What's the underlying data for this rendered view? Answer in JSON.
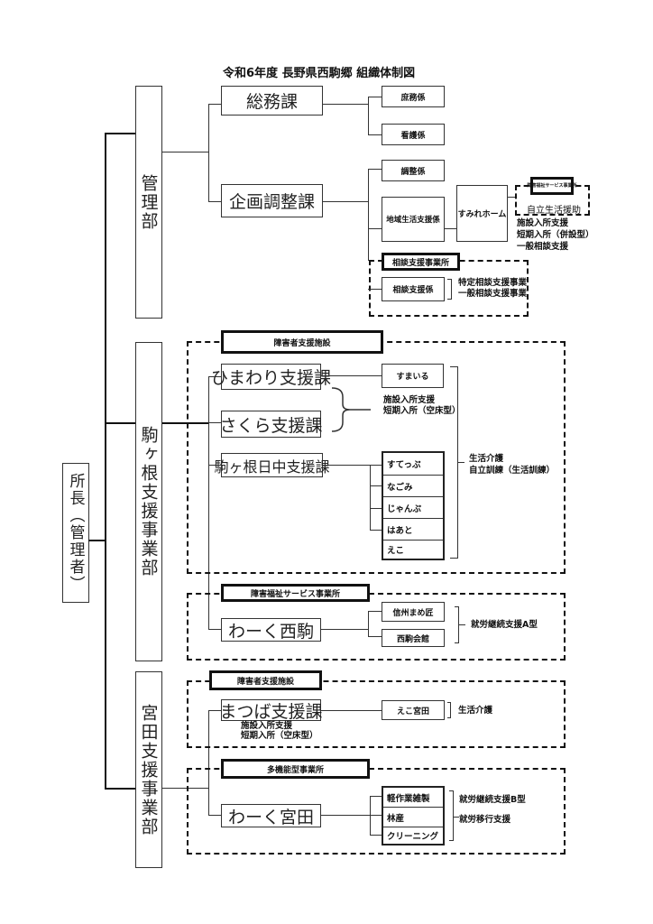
{
  "title": "令和6年度 長野県西駒郷 組織体制図",
  "director": "所長（管理者）",
  "departments": {
    "kanri": {
      "label": "管理部",
      "sections": {
        "soumu": {
          "label": "総務課",
          "units": [
            "庶務係",
            "看護係"
          ]
        },
        "kikaku": {
          "label": "企画調整課",
          "units": {
            "chousei": "調整係",
            "chiiki": "地域生活支援係"
          },
          "sumire_home": "すみれホーム",
          "service_office_small": "障害福祉サービス事業所",
          "jiritsu": "自立生活援助",
          "sumire_notes": [
            "施設入所支援",
            "短期入所（併設型）",
            "一般相談支援"
          ],
          "soudan_office": "相談支援事業所",
          "soudan_unit": "相談支援係",
          "soudan_notes": [
            "特定相談支援事業",
            "一般相談支援事業"
          ]
        }
      }
    },
    "komagane": {
      "label": "駒ヶ根支援事業部",
      "facility_label": "障害者支援施設",
      "sections": {
        "himawari": {
          "label": "ひまわり支援課",
          "unit": "すまいる"
        },
        "sakura": {
          "label": "さくら支援課"
        },
        "nicchu": {
          "label": "駒ヶ根日中支援課",
          "units": [
            "すてっぷ",
            "なごみ",
            "じゃんぷ",
            "はあと",
            "えこ"
          ]
        },
        "himawari_sakura_notes": [
          "施設入所支援",
          "短期入所（空床型）"
        ],
        "day_notes": [
          "生活介護",
          "自立訓練（生活訓練）"
        ]
      },
      "service_office_label": "障害福祉サービス事業所",
      "work_nishikoma": {
        "label": "わーく西駒",
        "units": [
          "信州まめ匠",
          "西駒会館"
        ],
        "note": "就労継続支援A型"
      }
    },
    "miyada": {
      "label": "宮田支援事業部",
      "facility_label": "障害者支援施設",
      "matsuba": {
        "label": "まつば支援課",
        "unit": "えこ宮田",
        "unit_note": "生活介護",
        "notes": [
          "施設入所支援",
          "短期入所（空床型）"
        ]
      },
      "multi_office_label": "多機能型事業所",
      "work_miyada": {
        "label": "わーく宮田",
        "units": [
          "軽作業雑製",
          "林産",
          "クリーニング"
        ],
        "notes": [
          "就労継続支援B型",
          "就労移行支援"
        ]
      }
    }
  }
}
